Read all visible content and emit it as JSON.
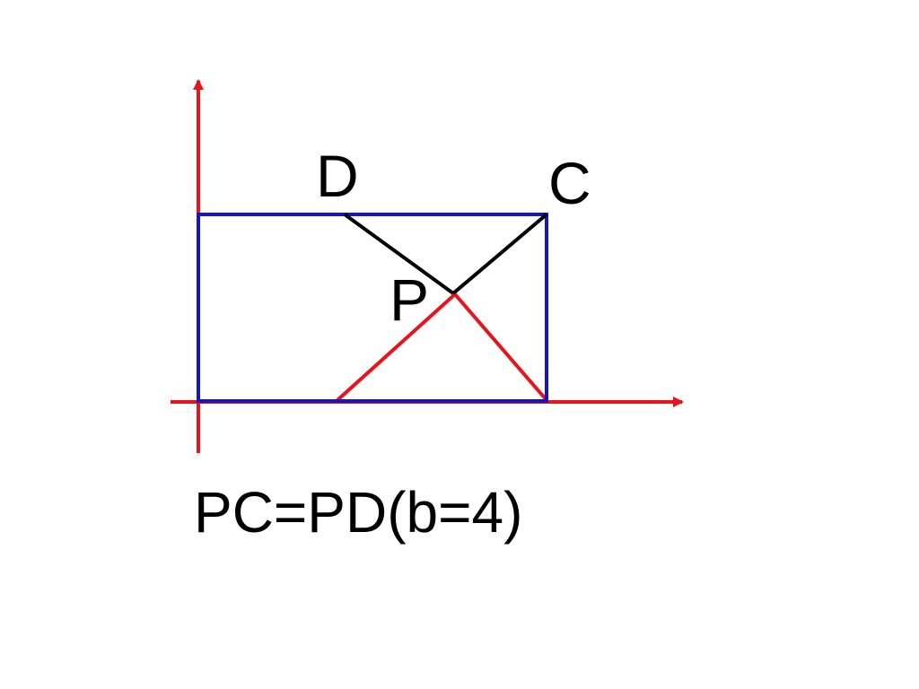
{
  "diagram": {
    "points": {
      "D": "D",
      "C": "C",
      "P": "P"
    },
    "caption": "PC=PD(b=4)",
    "colors": {
      "axes": "#e8141c",
      "rectangle": "#1414c8",
      "segments_to_top": "#000000",
      "segments_to_bottom": "#e8141c"
    }
  }
}
